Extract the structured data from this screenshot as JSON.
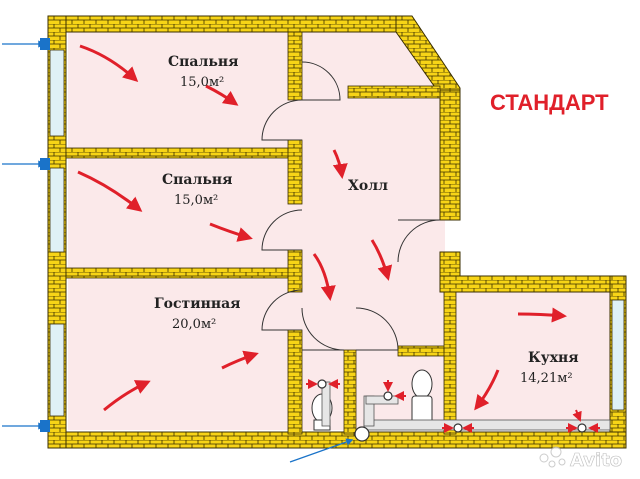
{
  "title": "СТАНДАРТ",
  "colors": {
    "floor": "#fbe9ea",
    "wall": "#f7d417",
    "wall_stroke": "#3a2e00",
    "arrow": "#e0202a",
    "title": "#e0202a",
    "window": "#dff1f6",
    "airflow": "#1a73c9"
  },
  "rooms": [
    {
      "id": "bedroom-1",
      "name": "Спальня",
      "area": "15,0м²"
    },
    {
      "id": "bedroom-2",
      "name": "Спальня",
      "area": "15,0м²"
    },
    {
      "id": "hall",
      "name": "Холл",
      "area": ""
    },
    {
      "id": "living",
      "name": "Гостинная",
      "area": "20,0м²"
    },
    {
      "id": "kitchen",
      "name": "Кухня",
      "area": "14,21м²"
    }
  ],
  "watermark": "Avito",
  "icons": [
    "airflow-arrow-icon",
    "vent-icon",
    "toilet-icon",
    "sink-icon",
    "pipe-icon",
    "avito-logo-icon"
  ]
}
